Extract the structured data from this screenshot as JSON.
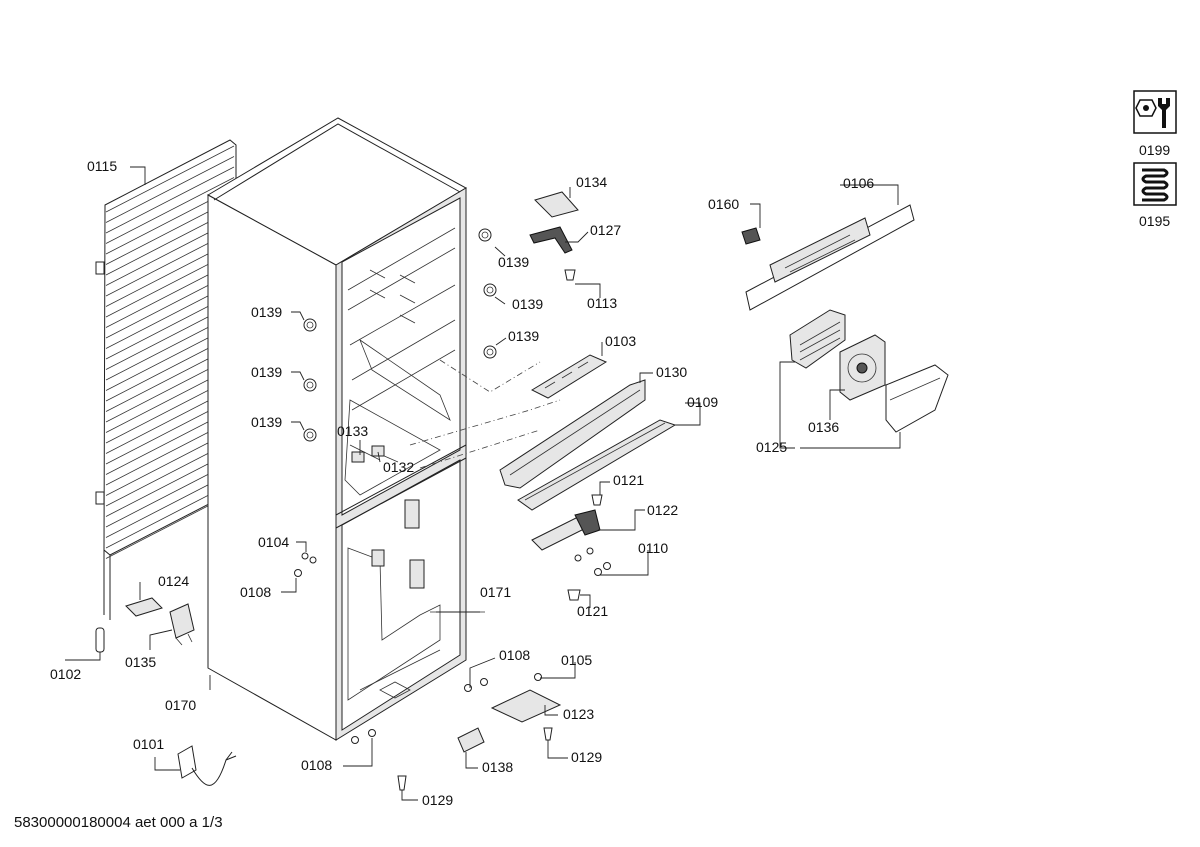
{
  "document": {
    "footer": "58300000180004 aet 000 a 1/3"
  },
  "legend": [
    {
      "icon": "tools-icon",
      "code": "0199"
    },
    {
      "icon": "coil-icon",
      "code": "0195"
    }
  ],
  "labels": {
    "l0115": "0115",
    "l0102": "0102",
    "l0124": "0124",
    "l0135": "0135",
    "l0170": "0170",
    "l0101": "0101",
    "l0139a": "0139",
    "l0139b": "0139",
    "l0139c": "0139",
    "l0139d": "0139",
    "l0139e": "0139",
    "l0139f": "0139",
    "l0104": "0104",
    "l0108a": "0108",
    "l0108b": "0108",
    "l0108c": "0108",
    "l0133": "0133",
    "l0132": "0132",
    "l0134": "0134",
    "l0127": "0127",
    "l0113": "0113",
    "l0103": "0103",
    "l0130": "0130",
    "l0109": "0109",
    "l0121a": "0121",
    "l0121b": "0121",
    "l0122": "0122",
    "l0110": "0110",
    "l0171": "0171",
    "l0105": "0105",
    "l0123": "0123",
    "l0129a": "0129",
    "l0129b": "0129",
    "l0138": "0138",
    "l0160": "0160",
    "l0106": "0106",
    "l0125": "0125",
    "l0136": "0136"
  }
}
